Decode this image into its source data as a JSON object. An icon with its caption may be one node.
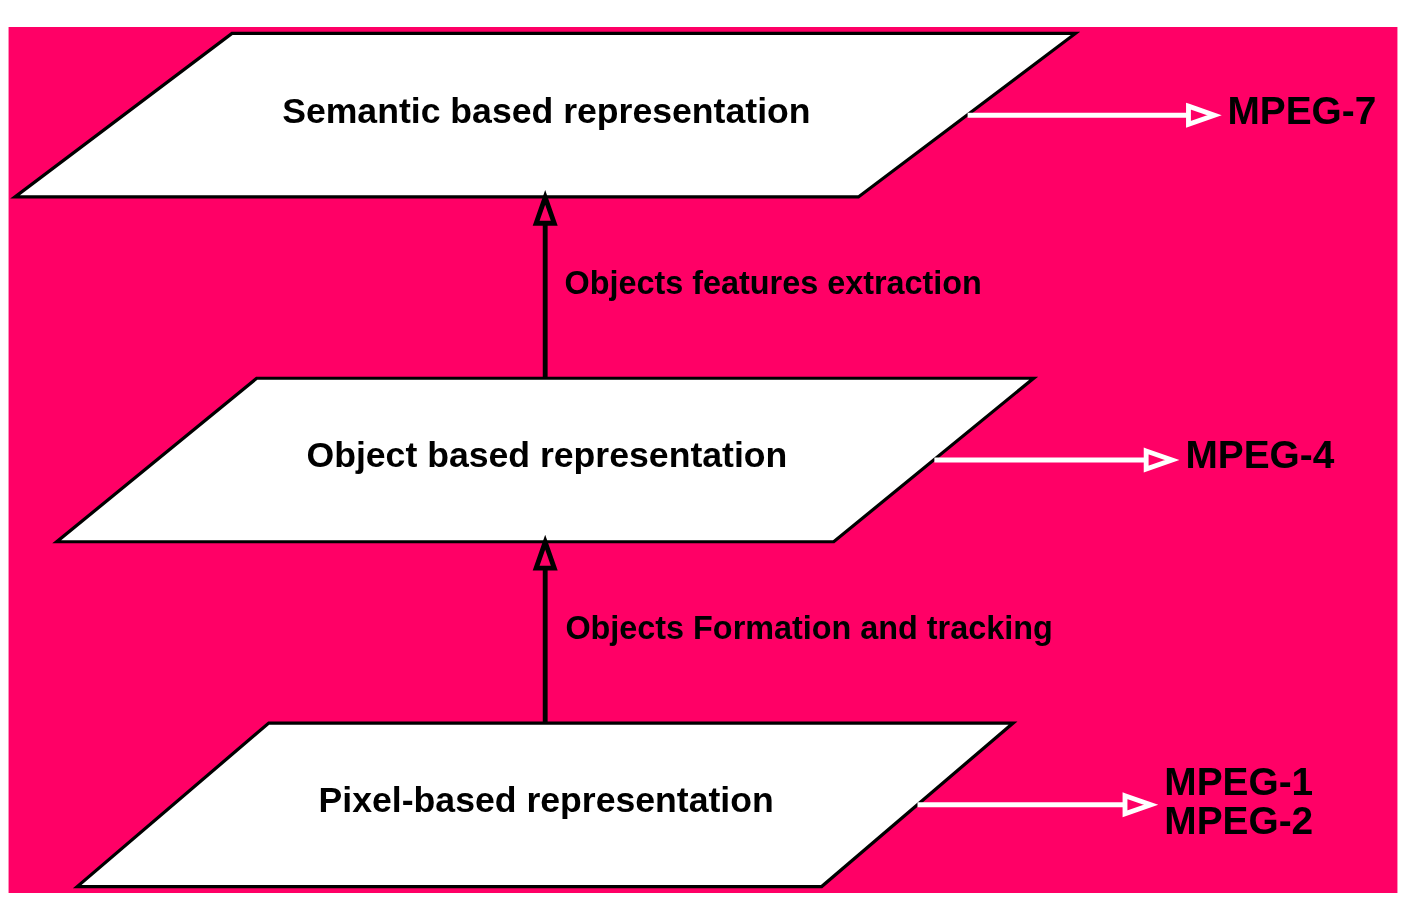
{
  "diagram": {
    "nodes": [
      {
        "text": [
          "Pixel-based representation"
        ]
      },
      {
        "text": [
          "Object based representation"
        ]
      },
      {
        "text": [
          "Semantic based representation"
        ]
      },
      {
        "text": [
          "MPEG-7"
        ]
      },
      {
        "text": [
          "MPEG-4"
        ]
      },
      {
        "text": [
          "MPEG-1",
          "MPEG-2"
        ]
      }
    ],
    "edges": [
      {
        "from": 0,
        "to": 1,
        "arrow": "to",
        "label": "Objects Formation and tracking",
        "color": "#000000"
      },
      {
        "from": 1,
        "to": 2,
        "arrow": "to",
        "label": "Objects features extraction",
        "color": "#000000"
      },
      {
        "from": 2,
        "to": 3,
        "arrow": "to"
      },
      {
        "from": 1,
        "to": 4,
        "arrow": "to"
      },
      {
        "from": 0,
        "to": 5,
        "arrow": "to"
      }
    ]
  }
}
